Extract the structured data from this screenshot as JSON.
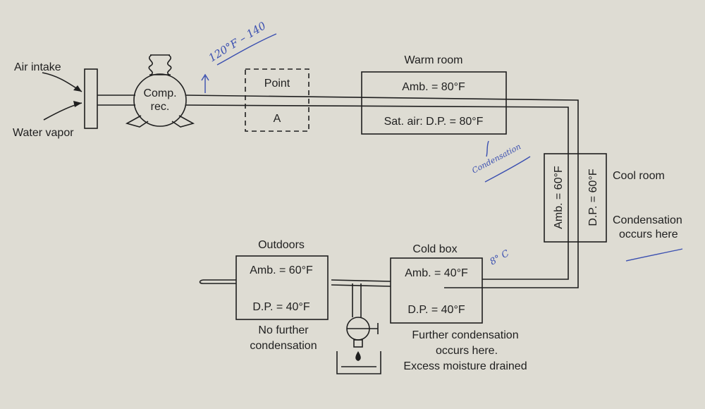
{
  "labels": {
    "air_intake": "Air intake",
    "water_vapor": "Water vapor",
    "compressor_line1": "Comp.",
    "compressor_line2": "rec.",
    "point": "Point",
    "point_a": "A",
    "warm_room_title": "Warm room",
    "warm_room_amb": "Amb. = 80°F",
    "warm_room_dp": "Sat. air:  D.P. = 80°F",
    "cool_room_amb": "Amb. = 60°F",
    "cool_room_dp": "D.P. = 60°F",
    "cool_room_title": "Cool room",
    "cool_room_note_line1": "Condensation",
    "cool_room_note_line2": "occurs here",
    "outdoors_title": "Outdoors",
    "outdoors_amb": "Amb. = 60°F",
    "outdoors_dp": "D.P. = 40°F",
    "outdoors_note_line1": "No further",
    "outdoors_note_line2": "condensation",
    "cold_box_title": "Cold box",
    "cold_box_amb": "Amb. = 40°F",
    "cold_box_dp": "D.P. = 40°F",
    "cold_box_note_line1": "Further condensation",
    "cold_box_note_line2": "occurs here.",
    "cold_box_note_line3": "Excess moisture drained"
  },
  "handwritten": {
    "temp_range": "120°F – 140",
    "condensation": "Condensation",
    "eight_c": "8° C"
  },
  "colors": {
    "background": "#dedcd3",
    "line": "#1f1f1f",
    "ink": "#3a4fb0"
  }
}
